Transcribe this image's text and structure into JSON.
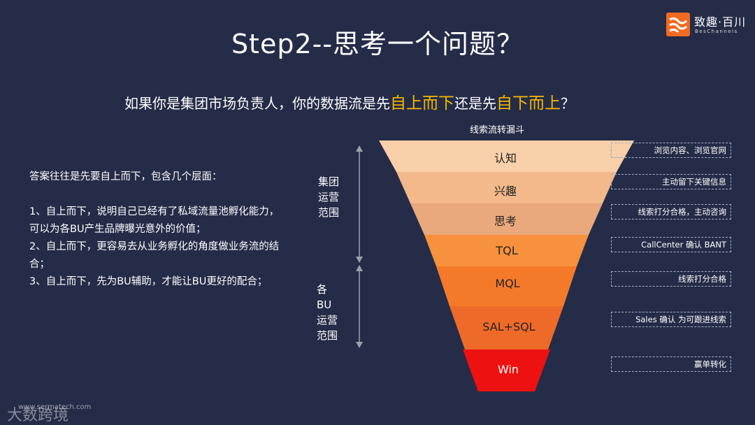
{
  "slide": {
    "title": "Step2--思考一个问题？",
    "logo": {
      "cn": "致趣·百川",
      "en": "BesChannels"
    },
    "question": {
      "part1": "如果你是集团市场负责人，你的数据流是先",
      "hl1": "自上而下",
      "part2": "还是先",
      "hl2": "自下而上",
      "part3": "？"
    },
    "answer": {
      "intro": "答案往往是先要自上而下，包含几个层面：",
      "lines": [
        "1、自上而下，说明自己已经有了私域流量池孵化能力，",
        "可以为各BU产生品牌曝光意外的价值；",
        "2、自上而下，更容易去从业务孵化的角度做业务流的结",
        "合；",
        "3、自上而下，先为BU辅助，才能让BU更好的配合；"
      ]
    },
    "scope_group": {
      "l1": "集团",
      "l2": "运营",
      "l3": "范围"
    },
    "scope_bu": {
      "l1": "各BU",
      "l2": "运营",
      "l3": "范围"
    },
    "funnel_title": "线索流转漏斗",
    "stages": [
      {
        "label": "认知",
        "note": "浏览内容、浏览官网",
        "color": "#f8cfa9"
      },
      {
        "label": "兴趣",
        "note": "主动留下关键信息",
        "color": "#f3b98a"
      },
      {
        "label": "思考",
        "note": "线索打分合格，主动咨询",
        "color": "#e9a97c"
      },
      {
        "label": "TQL",
        "note": "CallCenter 确认 BANT",
        "color": "#f7913d"
      },
      {
        "label": "MQL",
        "note": "线索打分合格",
        "color": "#f47a2a"
      },
      {
        "label": "SAL+SQL",
        "note": "Sales 确认 为可跟进线索",
        "color": "#ee6a28"
      },
      {
        "label": "Win",
        "note": "赢单转化",
        "color": "#ee1111"
      }
    ],
    "watermark": "大数跨境",
    "watermark_url": "www.sermatech.com"
  }
}
